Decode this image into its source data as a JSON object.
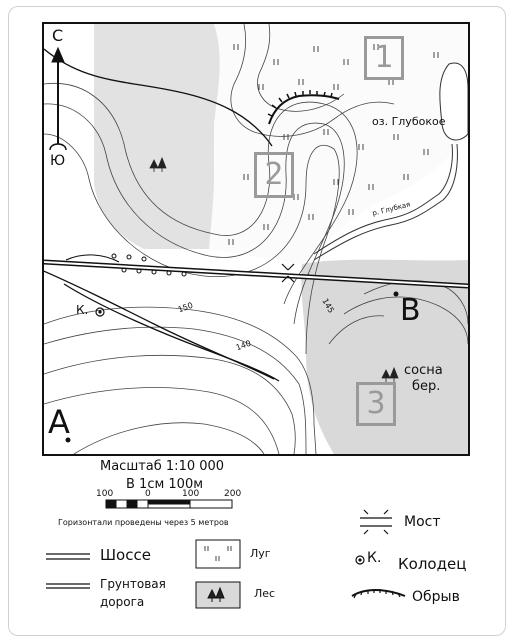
{
  "map": {
    "compass_north": "С",
    "compass_south": "Ю",
    "squares": [
      "1",
      "2",
      "3"
    ],
    "lake_label": "оз. Глубокое",
    "river_label": "р. Глубкая",
    "well_label": "К.",
    "point_a": "А",
    "point_b": "В",
    "contour_150": "150",
    "contour_140": "140",
    "contour_145": "145",
    "forest_label_1": "сосна",
    "forest_label_2": "бер."
  },
  "scale": {
    "title": "Масштаб 1:10 000",
    "subtitle": "В 1см 100м",
    "ticks": [
      "100",
      "0",
      "100",
      "200"
    ],
    "note": "Горизонтали проведены через 5 метров"
  },
  "legend": {
    "bridge": "Мост",
    "well_symbol": "К.",
    "well": "Колодец",
    "cliff": "Обрыв",
    "highway": "Шоссе",
    "dirt_road_1": "Грунтовая",
    "dirt_road_2": "дорога",
    "meadow": "Луг",
    "forest": "Лес"
  },
  "colors": {
    "forest_fill": "#d9d9d9",
    "meadow_fill": "#efefef",
    "square_stroke": "#9a9a9a"
  }
}
